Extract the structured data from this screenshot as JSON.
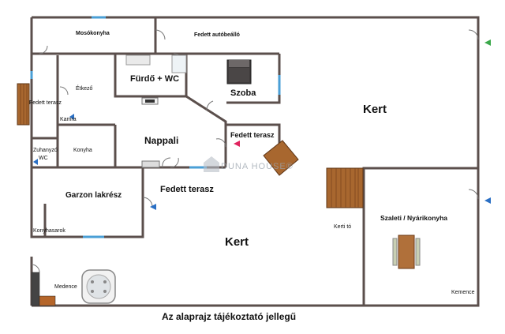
{
  "rooms": {
    "mosokonyha": "Mosókonyha",
    "fedett_autobeallo": "Fedett autóbeálló",
    "etkezo": "Étkező",
    "furdo_wc": "Fürdő + WC",
    "szoba": "Szoba",
    "kert_top": "Kert",
    "fedett_terasz_left": "Fedett terasz",
    "kamra": "Kamra",
    "konyha": "Konyha",
    "nappali": "Nappali",
    "fedett_terasz_mid": "Fedett terasz",
    "zuhanyzo": "Zuhanyzó",
    "wc": "WC",
    "fedett_terasz_big": "Fedett terasz",
    "garzon_lakresz": "Garzon lakrész",
    "kertito": "Kerti tó",
    "szaleti_nyarikonyha": "Szaleti / Nyárikonyha",
    "konyhasarok": "Konyhasarok",
    "kert_bottom": "Kert",
    "medence": "Medence",
    "kemence": "Kemence"
  },
  "caption": "Az alaprajz tájékoztató jellegű",
  "watermark": "DUNA HOUSE®",
  "colors": {
    "wall": "#5b4f4c",
    "window": "#4a9fd6",
    "wood": "#a8672f",
    "arrow_blue": "#2a6fc4",
    "arrow_pink": "#e0245e",
    "arrow_green": "#3aa84a"
  }
}
